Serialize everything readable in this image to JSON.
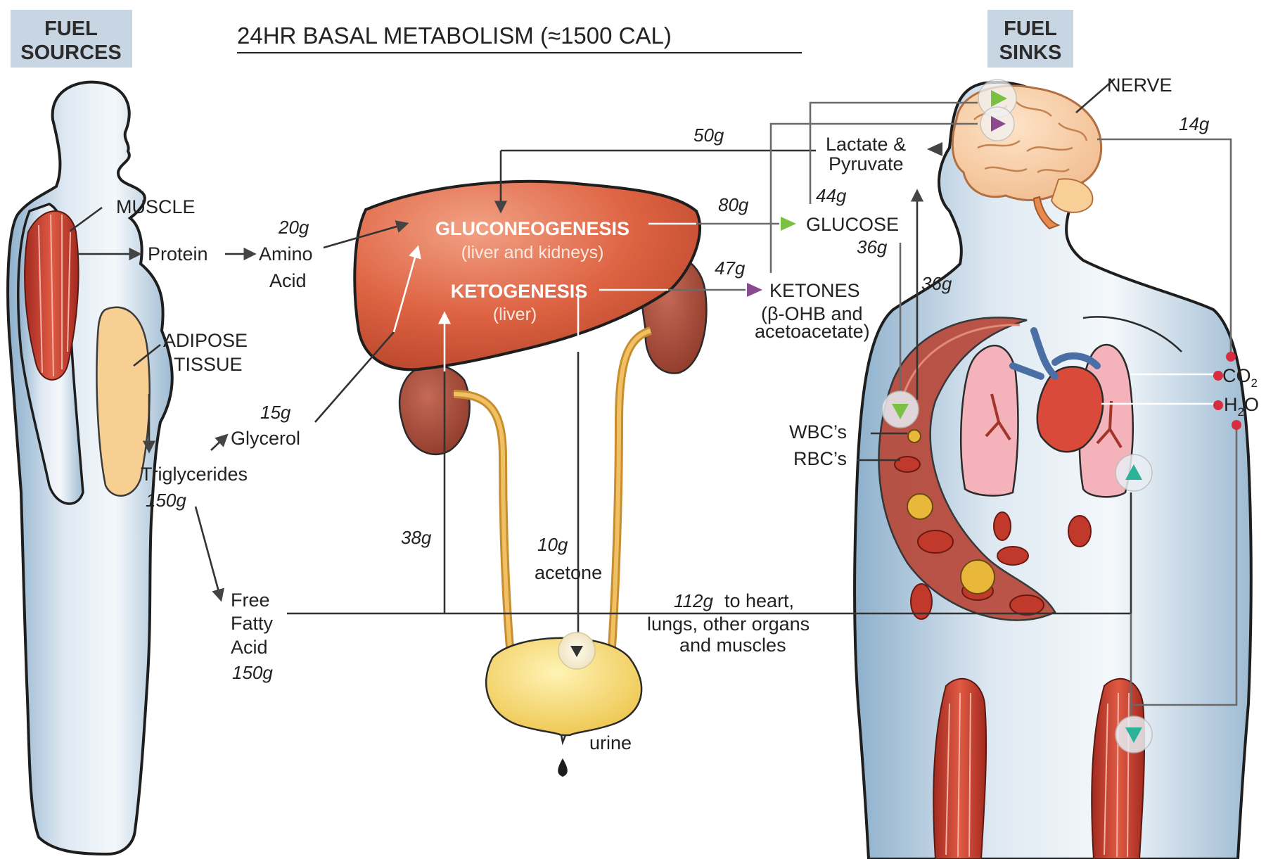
{
  "title": "24HR BASAL METABOLISM (≈1500 CAL)",
  "fuel_sources": {
    "line1": "FUEL",
    "line2": "SOURCES"
  },
  "fuel_sinks": {
    "line1": "FUEL",
    "line2": "SINKS"
  },
  "labels": {
    "muscle": "MUSCLE",
    "protein": "Protein",
    "amino_1": "Amino",
    "amino_2": "Acid",
    "adipose_1": "ADIPOSE",
    "adipose_2": "TISSUE",
    "glycerol": "Glycerol",
    "triglycerides": "Triglycerides",
    "ffa_1": "Free",
    "ffa_2": "Fatty",
    "ffa_3": "Acid",
    "gluconeogenesis": "GLUCONEOGENESIS",
    "gluco_sub": "(liver and kidneys)",
    "ketogenesis": "KETOGENESIS",
    "keto_sub": "(liver)",
    "acetone": "acetone",
    "urine": "urine",
    "glucose": "GLUCOSE",
    "ketones_1": "KETONES",
    "ketones_2": "(β-OHB and",
    "ketones_3": "acetoacetate)",
    "lactate_1": "Lactate &",
    "lactate_2": "Pyruvate",
    "nerve": "NERVE",
    "wbc": "WBC’s",
    "rbc": "RBC’s",
    "co2": "CO",
    "co2_sub": "2",
    "h2o_h": "H",
    "h2o_sub": "2",
    "h2o_o": "O",
    "heart_1": "to heart,",
    "heart_2": "lungs, other organs",
    "heart_3": "and muscles"
  },
  "amounts": {
    "amino": "20g",
    "glycerol": "15g",
    "triglycerides": "150g",
    "ffa": "150g",
    "ffa_ketogenesis": "38g",
    "acetone": "10g",
    "lactate": "50g",
    "glucose": "80g",
    "ketones": "47g",
    "nerve_glucose": "44g",
    "blood_glucose": "36g",
    "blood_lactate": "36g",
    "nerve_ketones": "14g",
    "heart_ffa": "112g"
  },
  "colors": {
    "glucose_arrow": "#7ac143",
    "ketone_arrow": "#8b4a8f",
    "muscle_arrow": "#2bb39a",
    "liver": "#d9583a",
    "fat": "#f7cf92",
    "badge_bg": "#c8d6e3",
    "marker": "#d62e3f"
  }
}
